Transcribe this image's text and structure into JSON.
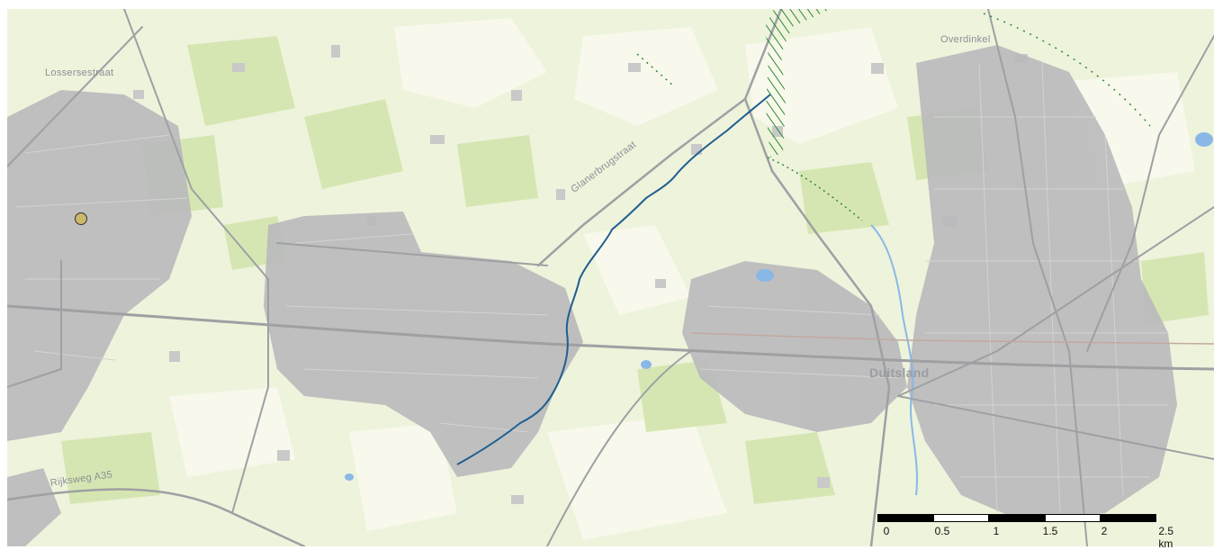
{
  "map": {
    "place_labels": {
      "lossersestraat": "Lossersestraat",
      "overdinkel": "Overdinkel",
      "glanerbrugstraat": "Glanerbrugstraat",
      "duitsland": "Duitsland",
      "rijksweg": "Rijksweg A35"
    },
    "scale": {
      "ticks": [
        "0",
        "0.5",
        "1",
        "1.5",
        "2",
        "2.5 km"
      ]
    },
    "colors": {
      "farmland": "#eef3dc",
      "field_light": "#f7f8ea",
      "meadow": "#d9e8b8",
      "urban": "#b9b9bb",
      "road": "#9ea0a3",
      "water": "#8ab8e6",
      "stream": "#1f5f8f",
      "green_hatch": "#2f8a2f",
      "marker": "#cdb869"
    },
    "marker": {
      "name": "location-marker"
    }
  }
}
